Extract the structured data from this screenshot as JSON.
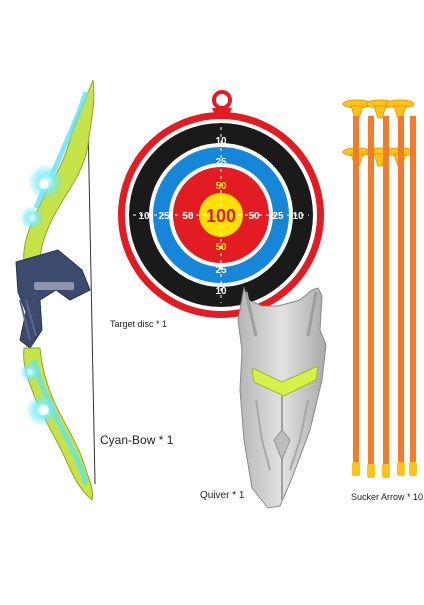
{
  "labels": {
    "target": "Target disc * 1",
    "bow": "Cyan-Bow * 1",
    "quiver": "Quiver * 1",
    "arrows": "Sucker Arrow * 10"
  },
  "target": {
    "center_value": "100",
    "ring_50": "50",
    "ring_25": "25",
    "ring_10": "10"
  },
  "colors": {
    "target_frame": "#e31b23",
    "ring_outer": "#1a1a1a",
    "ring_blue": "#1687d8",
    "ring_red": "#e31b23",
    "bullseye": "#ffe000",
    "bow_green": "#c6e34a",
    "bow_glow": "#5fe1f2",
    "grip_navy": "#3c4a6e",
    "quiver_gray": "#c9c9c9",
    "arrow_shaft": "#f47a2c",
    "suction_cup": "#ffc21a"
  },
  "icons": [
    "bow-icon",
    "target-icon",
    "quiver-icon",
    "arrow-icon"
  ]
}
